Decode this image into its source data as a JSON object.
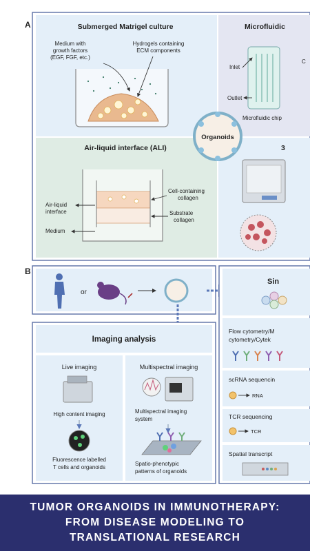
{
  "panel_a": {
    "letter": "A",
    "submerged": {
      "title": "Submerged Matrigel culture",
      "medium_label": [
        "Medium with",
        "growth factors",
        "(EGF, FGF, etc.)"
      ],
      "hydrogel_label": [
        "Hydrogels containing",
        "ECM components"
      ]
    },
    "microfluidic": {
      "title": "Microfluidic",
      "inlet": "Inlet",
      "outlet": "Outlet",
      "chip": "Microfluidic chip",
      "c_label": "C"
    },
    "organoids": "Organoids",
    "ali": {
      "title": "Air-liquid interface (ALI)",
      "air_liquid": [
        "Air-liquid",
        "interface"
      ],
      "medium": "Medium",
      "cell_collagen": [
        "Cell-containing",
        "collagen"
      ],
      "substrate": [
        "Substrate",
        "collagen"
      ]
    },
    "bioprint_title": "3"
  },
  "panel_b": {
    "letter": "B",
    "or_text": "or",
    "sin_title": "Sin",
    "imaging_title": "Imaging analysis",
    "live": {
      "title": "Live imaging",
      "hci": "High content imaging",
      "fluor": [
        "Fluorescence labelled",
        "T cells and organoids"
      ]
    },
    "multi": {
      "title": "Multispectral imaging",
      "system": [
        "Multispectral imaging",
        "system"
      ],
      "spatio": [
        "Spatio-phenotypic",
        "patterns of organoids"
      ]
    },
    "right": {
      "flow": [
        "Flow cytometry/M",
        "cytometry/Cytek"
      ],
      "scrna": "scRNA sequencin",
      "rna": "RNA",
      "tcr_seq": "TCR sequencing",
      "tcr": "TCR",
      "spatial": "Spatial transcript"
    }
  },
  "banner": {
    "line1": "TUMOR ORGANOIDS IN IMMUNOTHERAPY:",
    "line2": "FROM DISEASE MODELING TO",
    "line3": "TRANSLATIONAL RESEARCH"
  },
  "colors": {
    "panel_blue": "#e4eff9",
    "panel_green": "#dfece4",
    "panel_lavender": "#e4e6f2",
    "border": "#5a6fa6",
    "banner": "#2b2f6e",
    "arrow_blue": "#5b78b8"
  }
}
